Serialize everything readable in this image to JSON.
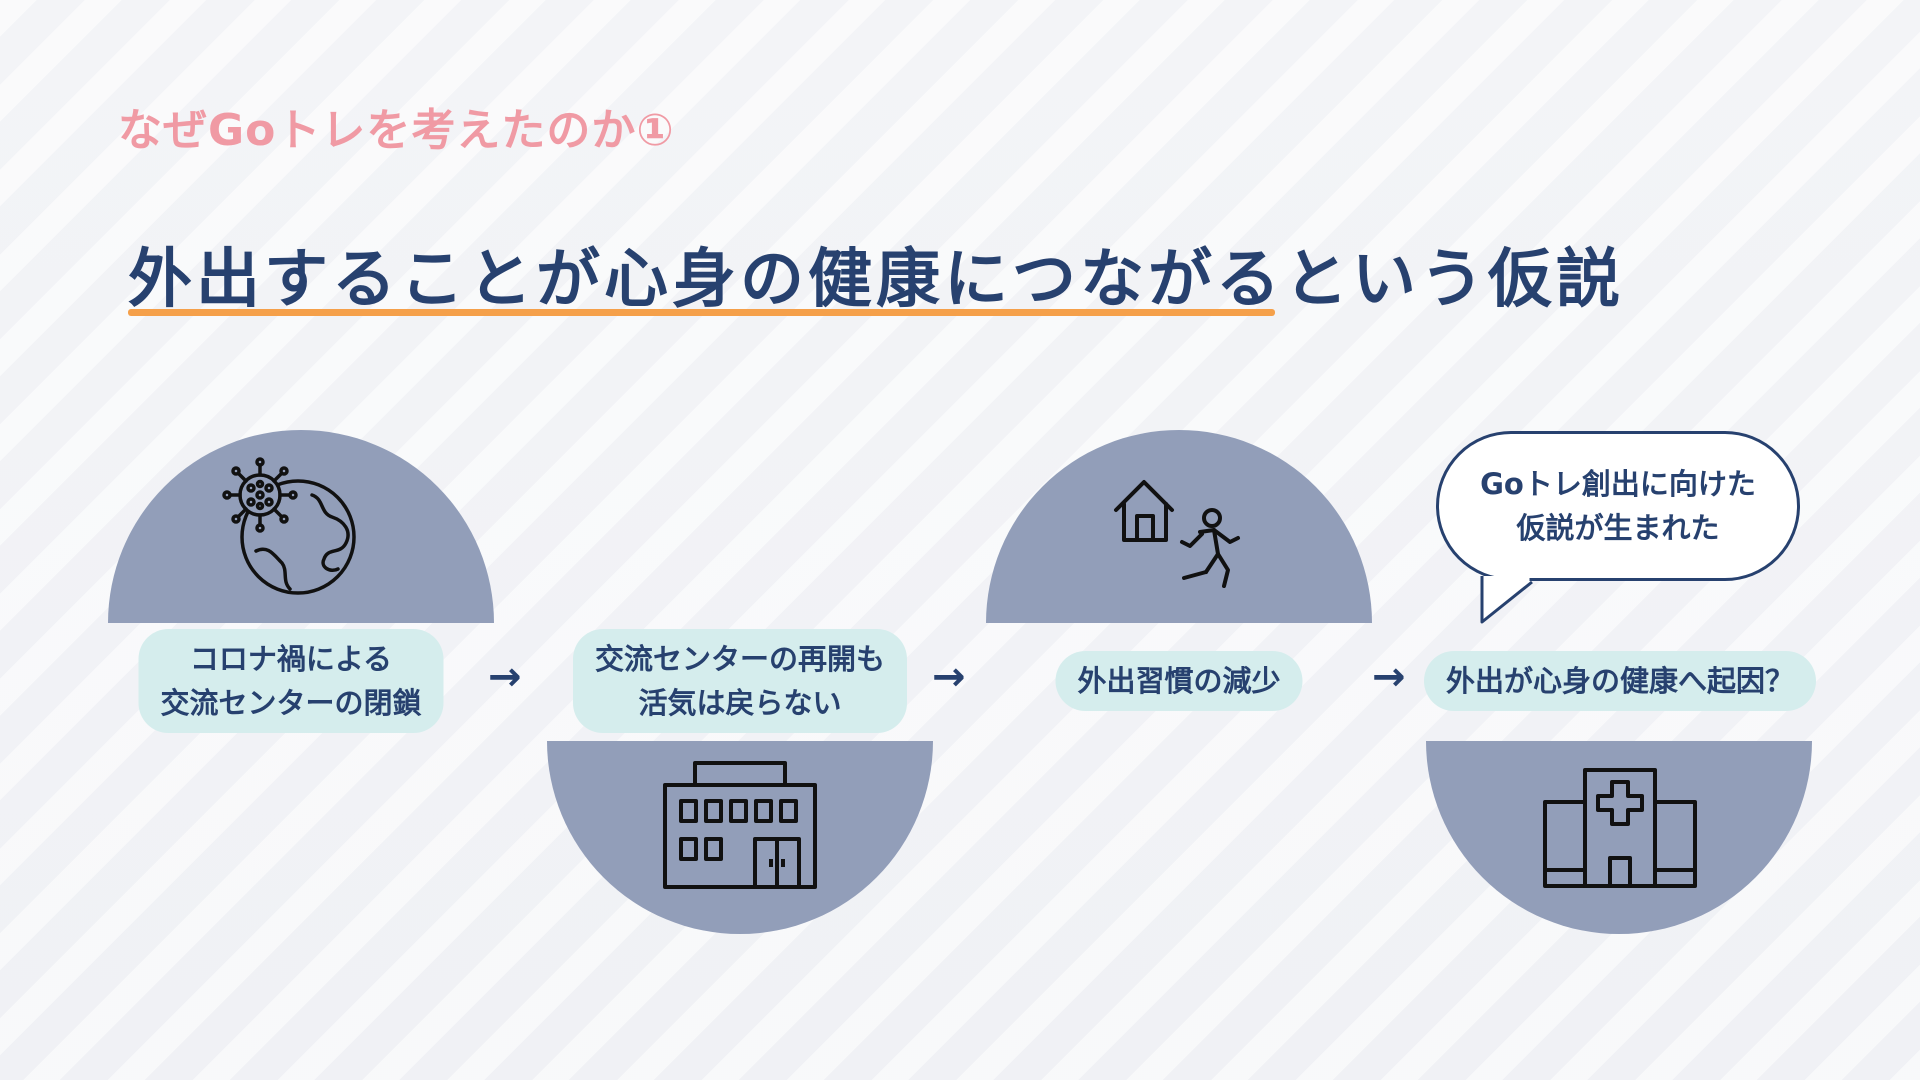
{
  "subtitle": "なぜGoトレを考えたのか①",
  "title": "外出することが心身の健康につながるという仮説",
  "steps": [
    {
      "lines": [
        "コロナ禍による",
        "交流センターの閉鎖"
      ],
      "icon": "virus-globe-icon"
    },
    {
      "lines": [
        "交流センターの再開も",
        "活気は戻らない"
      ],
      "icon": "building-icon"
    },
    {
      "lines": [
        "外出習慣の減少"
      ],
      "icon": "house-person-icon"
    },
    {
      "lines": [
        "外出が心身の健康へ起因？"
      ],
      "icon": "hospital-icon"
    }
  ],
  "arrows": [
    "→",
    "→",
    "→"
  ],
  "bubble": {
    "lines": [
      "Goトレ創出に向けた",
      "仮説が生まれた"
    ]
  },
  "colors": {
    "subtitle": "#f09aa4",
    "title": "#27416f",
    "underline": "#f5a04a",
    "semicircle": "#929eb9",
    "label_bg": "#d5eded"
  }
}
